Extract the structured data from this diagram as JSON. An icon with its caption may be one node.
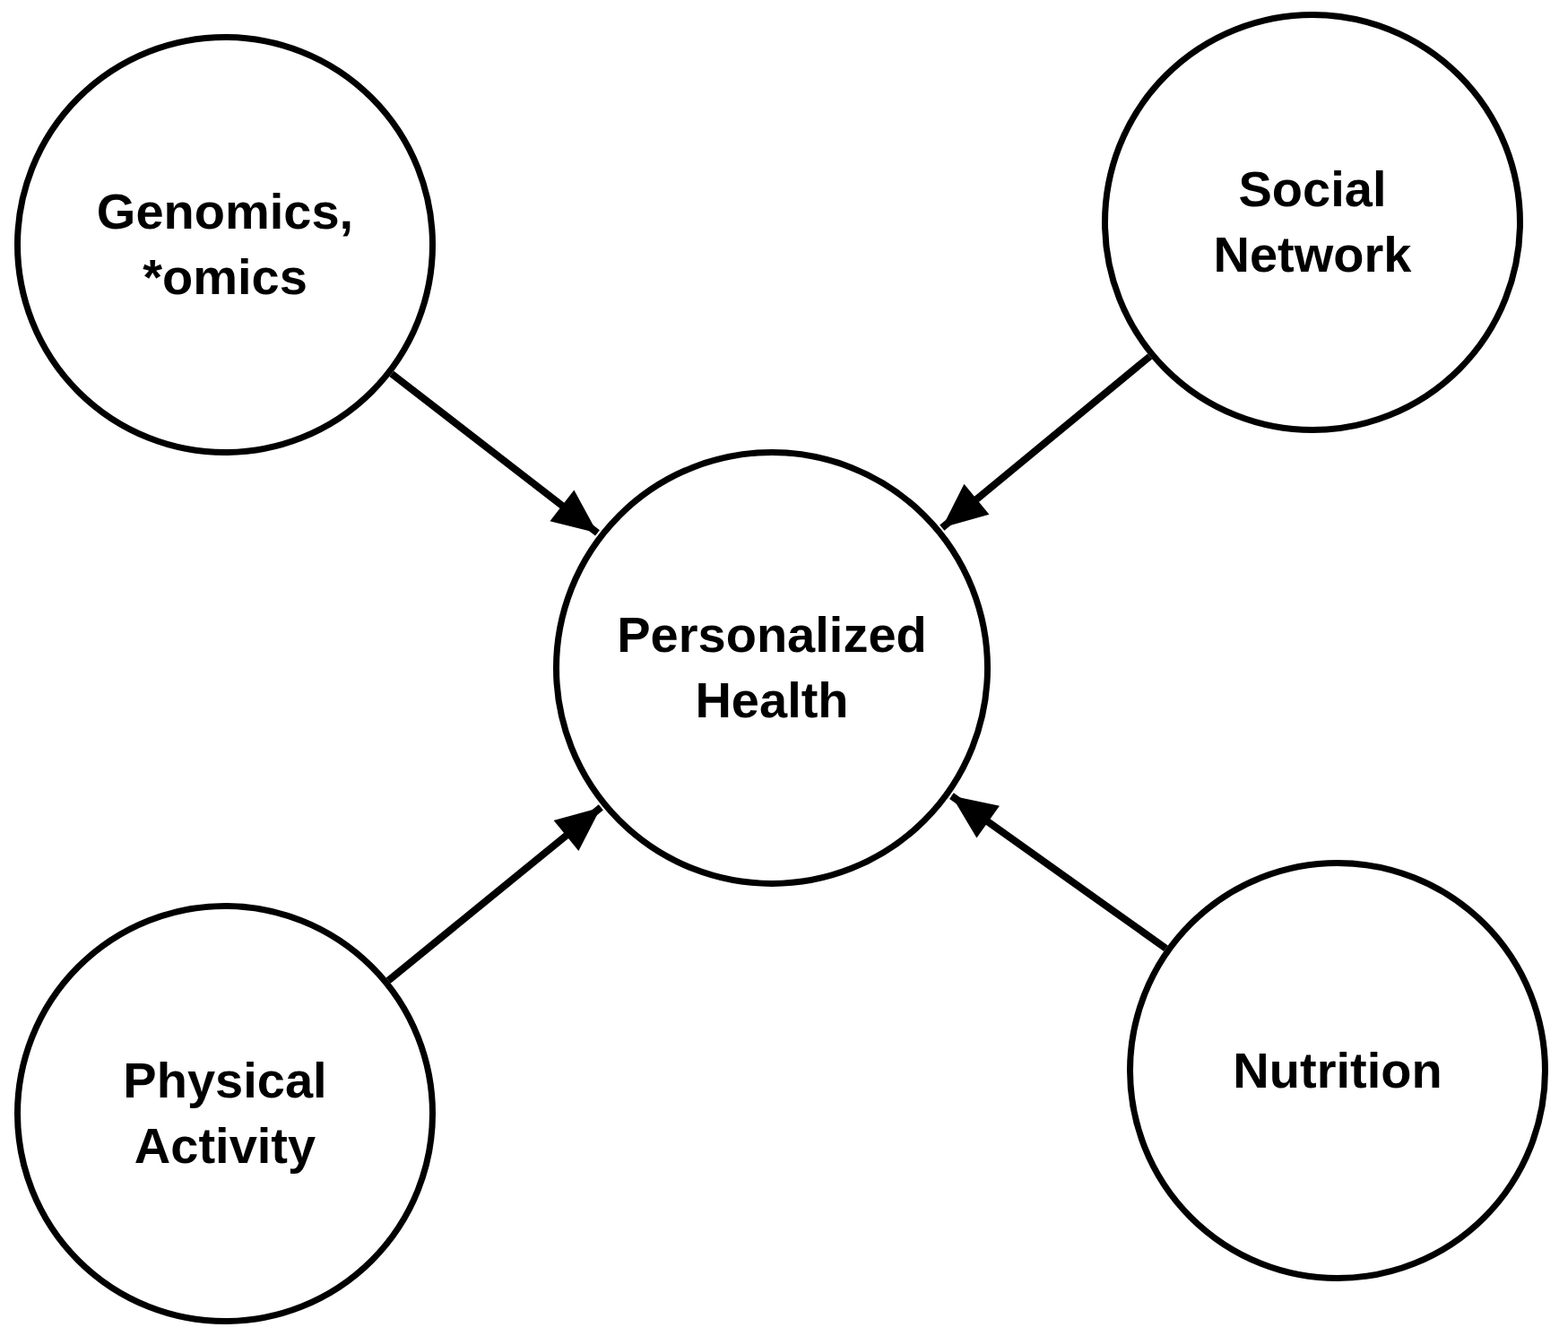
{
  "diagram": {
    "nodes": [
      {
        "text": [
          "Genomics, *omics"
        ]
      },
      {
        "text": [
          "Social Network"
        ]
      },
      {
        "text": [
          "Personalized Health"
        ]
      },
      {
        "text": [
          "Physical Activity"
        ]
      },
      {
        "text": [
          "Nutrition"
        ]
      }
    ],
    "edges": [
      {
        "from": 0,
        "to": 2,
        "arrow": "to"
      },
      {
        "from": 1,
        "to": 2,
        "arrow": "to"
      },
      {
        "from": 3,
        "to": 2,
        "arrow": "to"
      },
      {
        "from": 4,
        "to": 2,
        "arrow": "to"
      }
    ]
  }
}
